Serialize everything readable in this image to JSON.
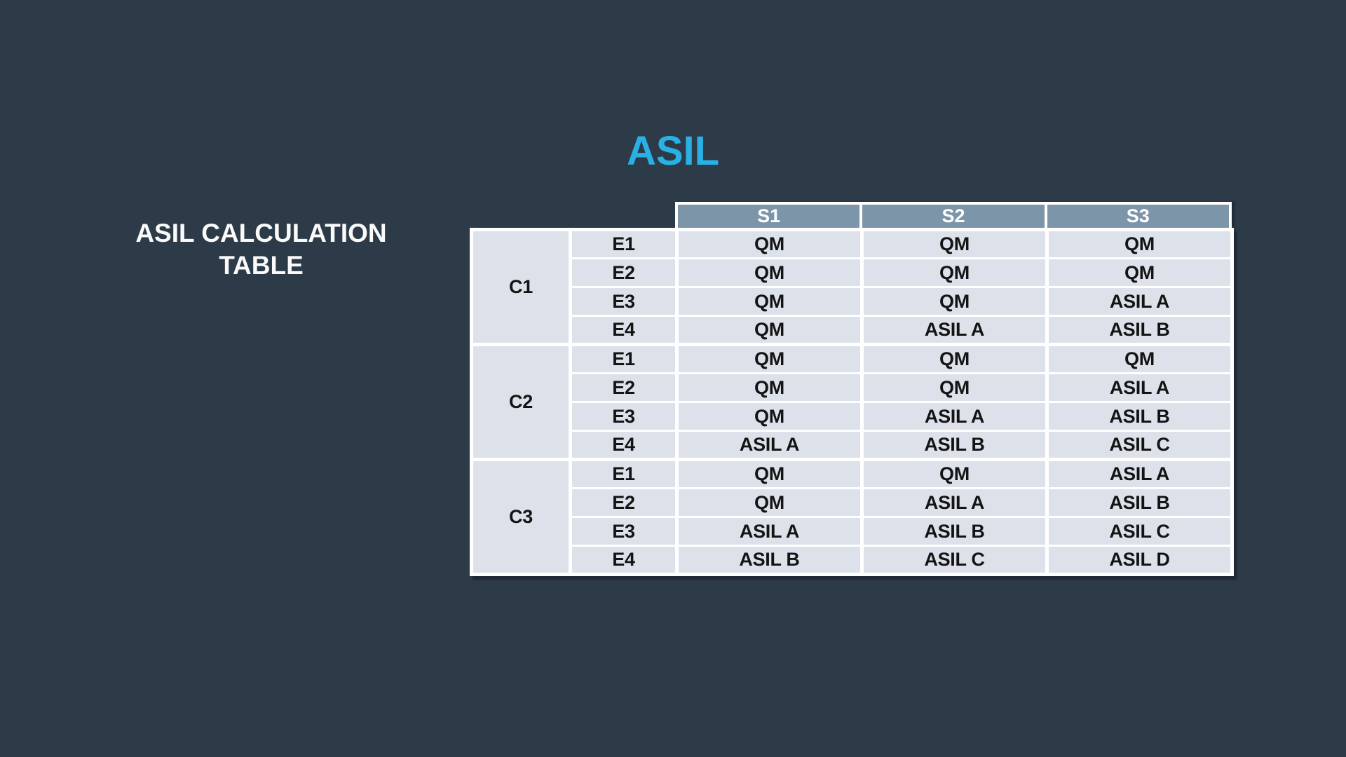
{
  "page": {
    "title": "ASIL",
    "side_label_line1": "ASIL CALCULATION",
    "side_label_line2": "TABLE",
    "colors": {
      "background": "#2d3b49",
      "title_accent": "#29b1e6",
      "header_fill": "#7d95a9",
      "cell_fill": "#dde2ea",
      "grid_lines": "#ffffff",
      "cell_text": "#141414",
      "side_label_text": "#fafafa"
    }
  },
  "table": {
    "severity_headers": [
      "S1",
      "S2",
      "S3"
    ],
    "groups": [
      {
        "controllability": "C1",
        "rows": [
          {
            "exposure": "E1",
            "values": [
              "QM",
              "QM",
              "QM"
            ]
          },
          {
            "exposure": "E2",
            "values": [
              "QM",
              "QM",
              "QM"
            ]
          },
          {
            "exposure": "E3",
            "values": [
              "QM",
              "QM",
              "ASIL A"
            ]
          },
          {
            "exposure": "E4",
            "values": [
              "QM",
              "ASIL A",
              "ASIL B"
            ]
          }
        ]
      },
      {
        "controllability": "C2",
        "rows": [
          {
            "exposure": "E1",
            "values": [
              "QM",
              "QM",
              "QM"
            ]
          },
          {
            "exposure": "E2",
            "values": [
              "QM",
              "QM",
              "ASIL A"
            ]
          },
          {
            "exposure": "E3",
            "values": [
              "QM",
              "ASIL A",
              "ASIL B"
            ]
          },
          {
            "exposure": "E4",
            "values": [
              "ASIL A",
              "ASIL B",
              "ASIL C"
            ]
          }
        ]
      },
      {
        "controllability": "C3",
        "rows": [
          {
            "exposure": "E1",
            "values": [
              "QM",
              "QM",
              "ASIL A"
            ]
          },
          {
            "exposure": "E2",
            "values": [
              "QM",
              "ASIL A",
              "ASIL B"
            ]
          },
          {
            "exposure": "E3",
            "values": [
              "ASIL A",
              "ASIL B",
              "ASIL C"
            ]
          },
          {
            "exposure": "E4",
            "values": [
              "ASIL B",
              "ASIL C",
              "ASIL D"
            ]
          }
        ]
      }
    ]
  }
}
